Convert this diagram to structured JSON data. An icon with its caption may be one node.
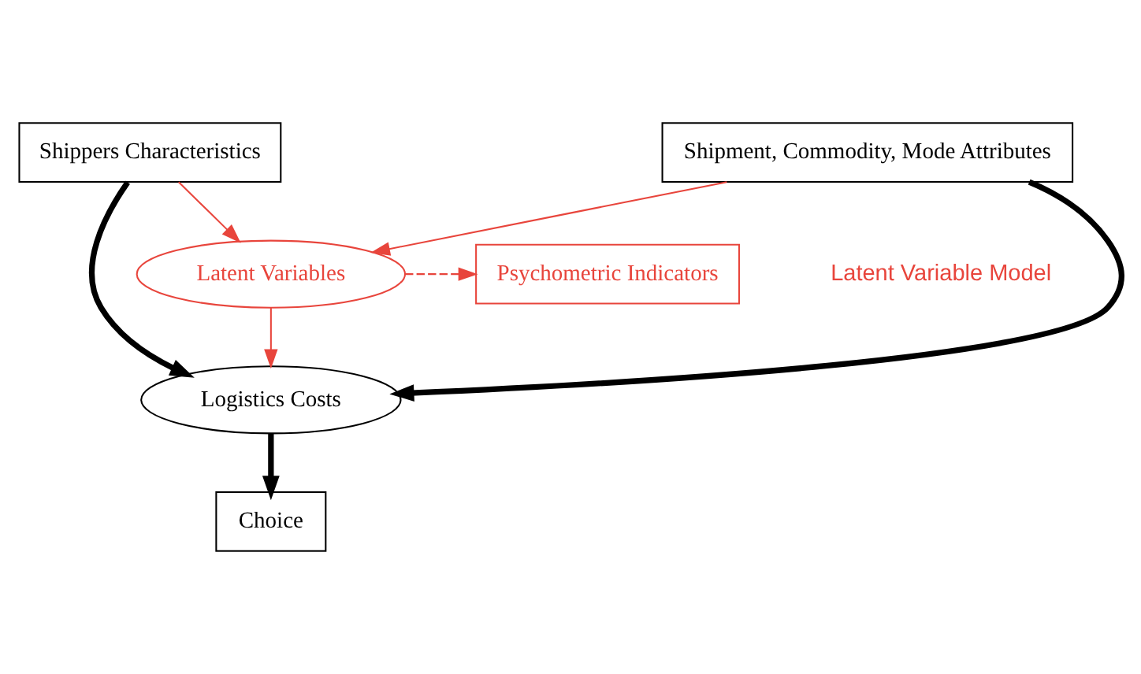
{
  "diagram": {
    "nodes": [
      {
        "text": [
          "Shippers Characteristics"
        ]
      },
      {
        "text": [
          "Shipment, Commodity, Mode Attributes"
        ]
      },
      {
        "text": [
          "Latent Variables"
        ]
      },
      {
        "text": [
          "Psychometric Indicators"
        ]
      },
      {
        "text": [
          "Logistics Costs"
        ]
      },
      {
        "text": [
          "Choice"
        ]
      }
    ],
    "edges": [
      {
        "from": 0,
        "to": 4,
        "arrow": "to",
        "style": "thick",
        "color": "#000000"
      },
      {
        "from": 1,
        "to": 4,
        "arrow": "to",
        "style": "thick",
        "color": "#000000"
      },
      {
        "from": 0,
        "to": 2,
        "arrow": "to",
        "color": "#e8453c"
      },
      {
        "from": 1,
        "to": 2,
        "arrow": "to",
        "color": "#e8453c"
      },
      {
        "from": 2,
        "to": 4,
        "arrow": "to",
        "color": "#e8453c"
      },
      {
        "from": 2,
        "to": 3,
        "arrow": "to",
        "style": "dashed",
        "color": "#e8453c"
      },
      {
        "from": 4,
        "to": 5,
        "arrow": "to",
        "style": "thick",
        "color": "#000000"
      }
    ],
    "labels": [
      "Latent Variable Model"
    ]
  }
}
